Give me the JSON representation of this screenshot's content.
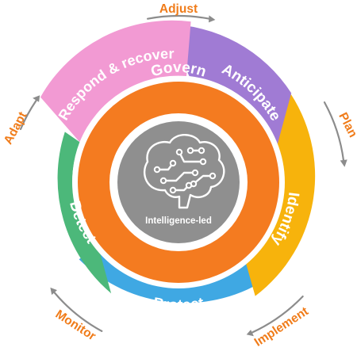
{
  "diagram": {
    "center": {
      "label": "Intelligence-led",
      "icon": "brain-circuit-icon"
    },
    "inner_ring": {
      "label": "Govern",
      "color": "#F47B20"
    },
    "segments": [
      {
        "id": "anticipate",
        "label": "Anticipate",
        "color": "#A07BD4"
      },
      {
        "id": "identify",
        "label": "Identify",
        "color": "#F7B30C"
      },
      {
        "id": "protect",
        "label": "Protect",
        "color": "#3FA8E3"
      },
      {
        "id": "detect",
        "label": "Detect",
        "color": "#4CB87A"
      },
      {
        "id": "respond",
        "label": "Respond & recover",
        "color": "#F29AD3"
      }
    ],
    "transitions": [
      {
        "id": "adjust",
        "label": "Adjust"
      },
      {
        "id": "plan",
        "label": "Plan"
      },
      {
        "id": "implement",
        "label": "Implement"
      },
      {
        "id": "monitor",
        "label": "Monitor"
      },
      {
        "id": "adapt",
        "label": "Adapt"
      }
    ],
    "label_color": "#F07C1A",
    "arrow_color": "#8C8C8C",
    "center_color": "#8F8F8F"
  }
}
